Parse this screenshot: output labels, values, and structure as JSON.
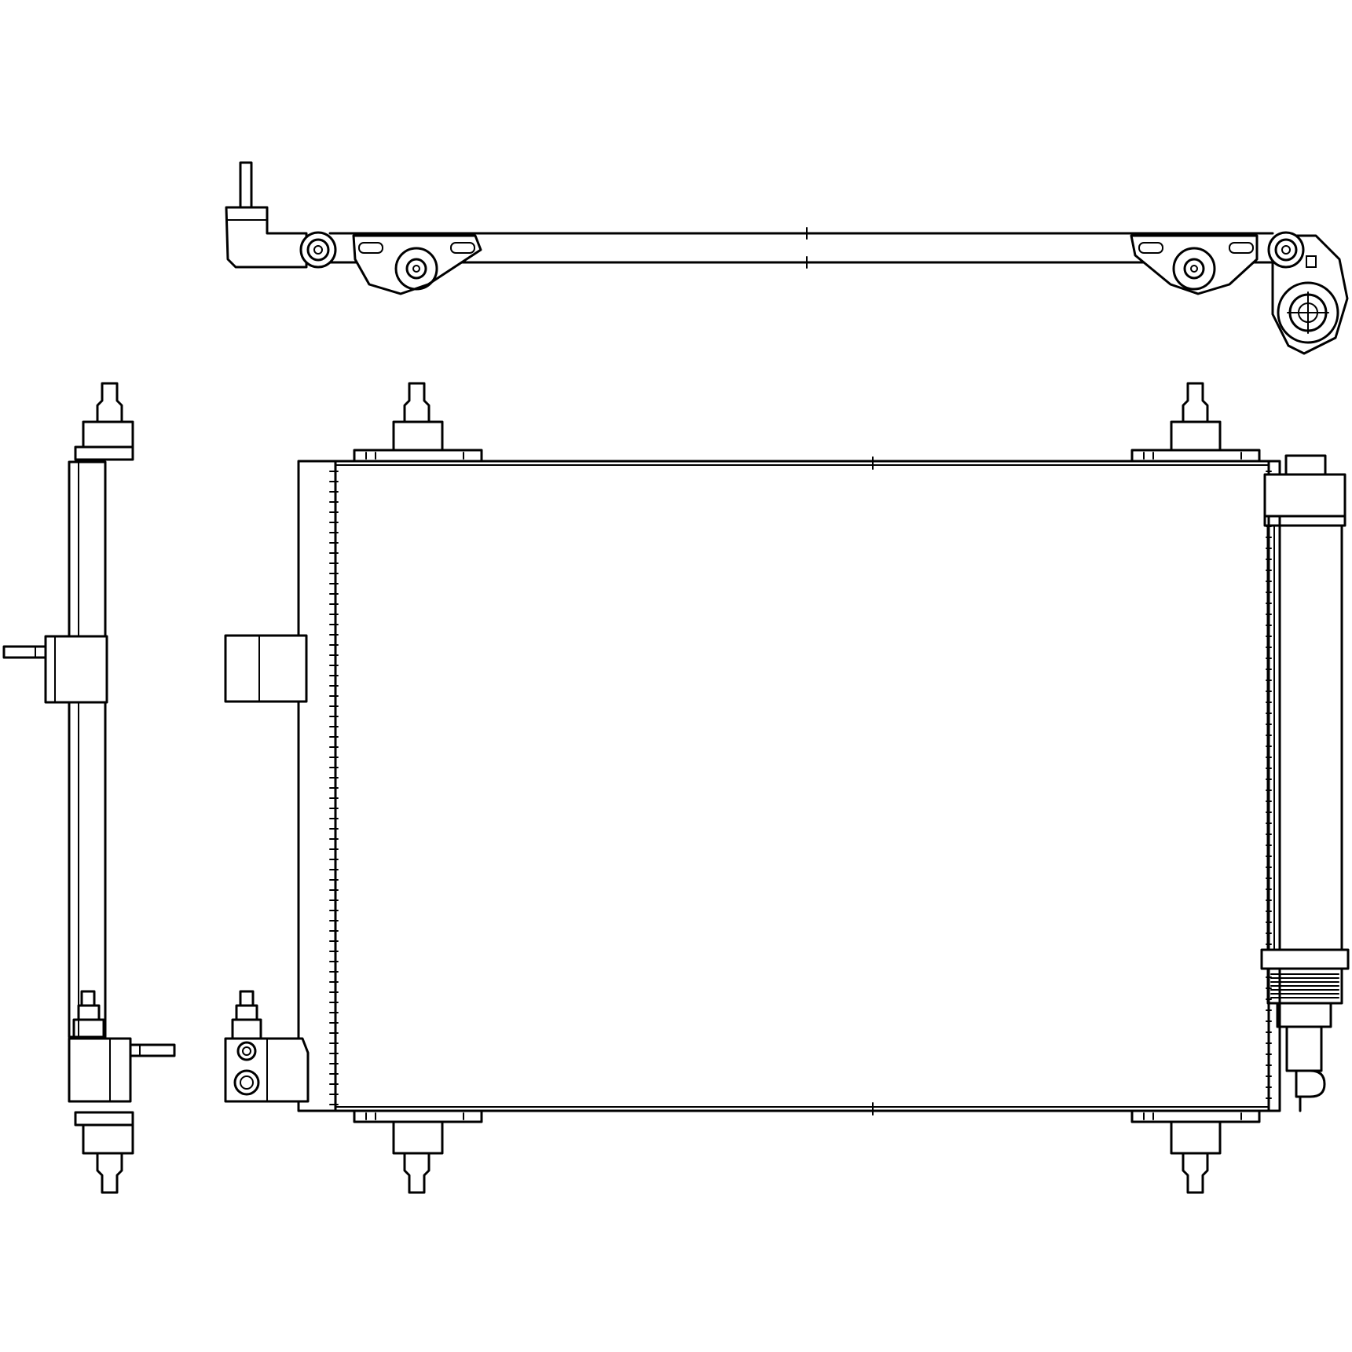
{
  "drawing": {
    "views": [
      "top-view",
      "side-view",
      "front-view"
    ],
    "line_color": "#000000",
    "background_color": "#ffffff"
  }
}
